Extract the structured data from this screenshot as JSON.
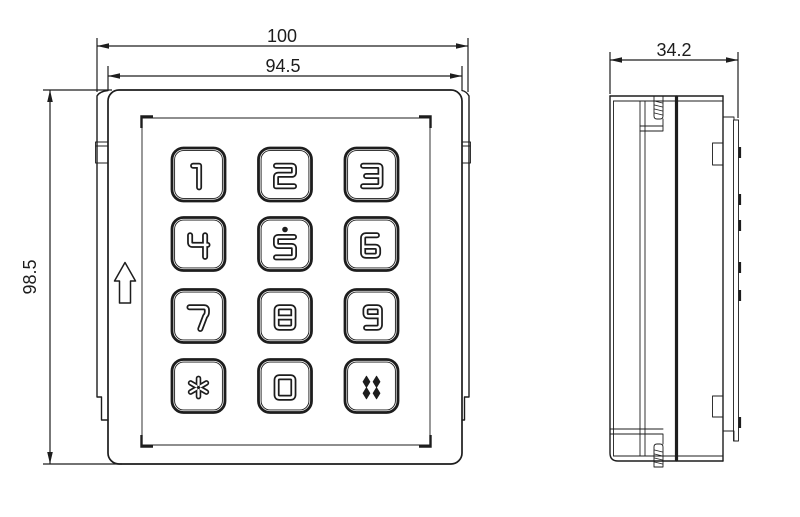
{
  "drawing": {
    "background": "#ffffff",
    "line_color": "#1d1d1d",
    "dimensions": {
      "overall_width": "100",
      "panel_width": "94.5",
      "overall_height": "98.5",
      "depth": "34.2"
    },
    "front_view": {
      "keys": [
        {
          "label": "1"
        },
        {
          "label": "2"
        },
        {
          "label": "3"
        },
        {
          "label": "4"
        },
        {
          "label": "5",
          "tactile_dot": true
        },
        {
          "label": "6"
        },
        {
          "label": "7"
        },
        {
          "label": "8"
        },
        {
          "label": "9"
        },
        {
          "label": "*"
        },
        {
          "label": "0"
        },
        {
          "label": "#"
        }
      ],
      "orientation_arrow": "up"
    },
    "views": [
      "front",
      "side"
    ]
  }
}
